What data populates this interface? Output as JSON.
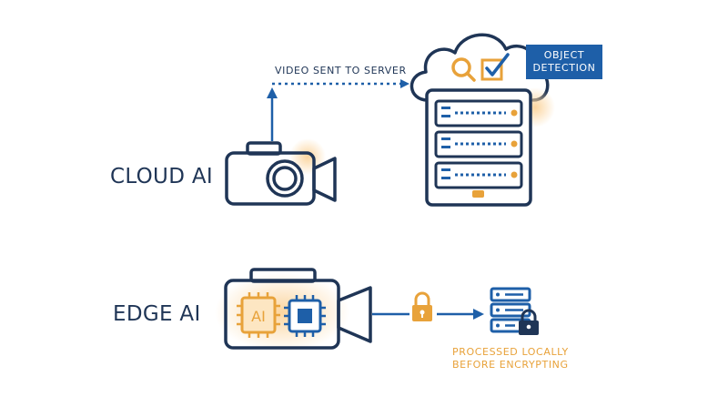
{
  "rows": {
    "cloud": {
      "label": "CLOUD AI"
    },
    "edge": {
      "label": "EDGE AI"
    }
  },
  "cloud_flow": {
    "arrow_caption": "VIDEO SENT TO SERVER",
    "badge_line1": "OBJECT",
    "badge_line2": "DETECTION"
  },
  "edge_flow": {
    "chip_text": "AI",
    "caption_line1": "PROCESSED LOCALLY",
    "caption_line2": "BEFORE ENCRYPTING"
  },
  "icons": {
    "camera": "camera-icon",
    "cloud": "cloud-icon",
    "server": "server-rack-icon",
    "search": "magnifier-icon",
    "check": "checkbox-icon",
    "chip": "processor-chip-icon",
    "lock": "padlock-icon",
    "storage": "storage-server-icon"
  },
  "colors": {
    "navy": "#1f3556",
    "blue": "#1e5fa8",
    "orange": "#e8a23a",
    "glow": "#fbd7a0"
  }
}
